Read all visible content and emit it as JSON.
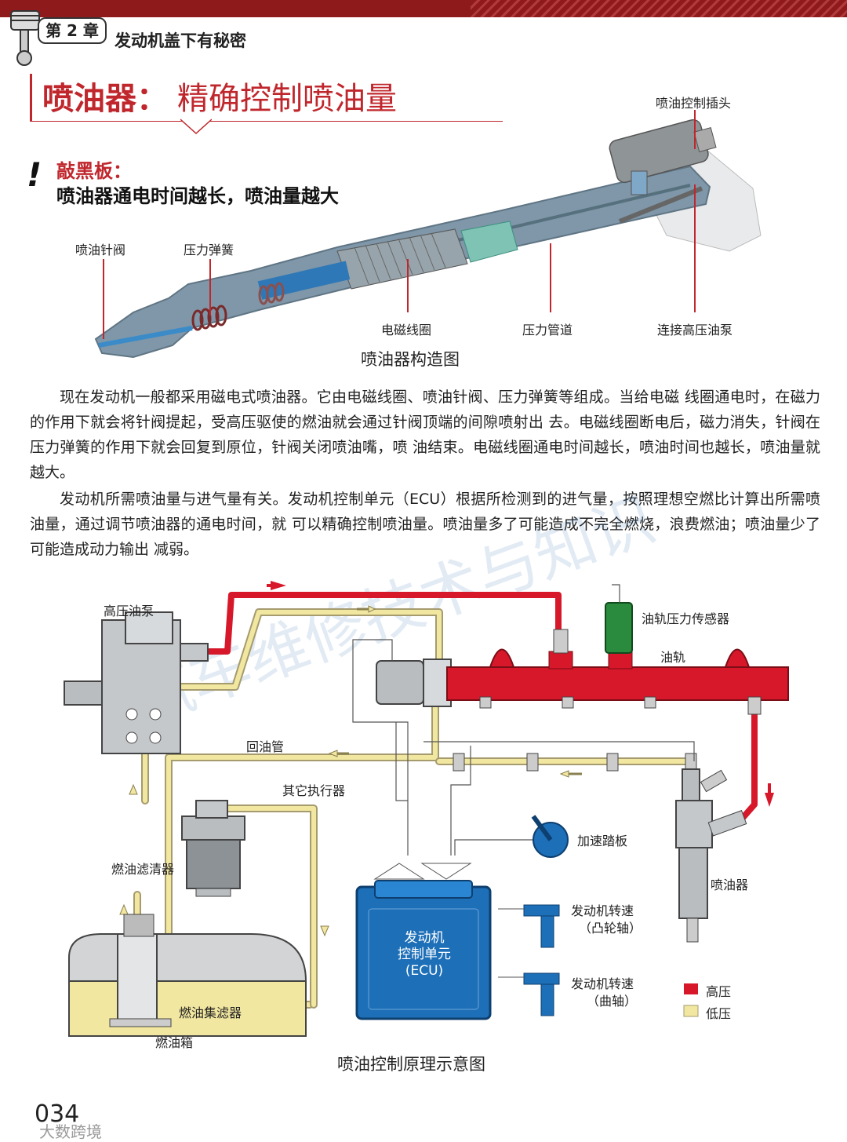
{
  "header": {
    "chapter": "第 2 章",
    "chapter_title": "发动机盖下有秘密"
  },
  "title": {
    "keyword": "喷油器：",
    "text": "精确控制喷油量"
  },
  "tip": {
    "icon": "!",
    "label": "敲黑板：",
    "text": "喷油器通电时间越长，喷油量越大"
  },
  "structure": {
    "labels": {
      "plug": "喷油控制插头",
      "needle_valve": "喷油针阀",
      "spring": "压力弹簧",
      "coil": "电磁线圈",
      "pressure_pipe": "压力管道",
      "hp_pump_connect": "连接高压油泵"
    },
    "caption": "喷油器构造图"
  },
  "paragraphs": [
    "现在发动机一般都采用磁电式喷油器。它由电磁线圈、喷油针阀、压力弹簧等组成。当给电磁 线圈通电时，在磁力的作用下就会将针阀提起，受高压驱使的燃油就会通过针阀顶端的间隙喷射出 去。电磁线圈断电后，磁力消失，针阀在压力弹簧的作用下就会回复到原位，针阀关闭喷油嘴，喷 油结束。电磁线圈通电时间越长，喷油时间也越长，喷油量就越大。",
    "发动机所需喷油量与进气量有关。发动机控制单元（ECU）根据所检测到的进气量，按照理想空燃比计算出所需喷油量，通过调节喷油器的通电时间，就 可以精确控制喷油量。喷油量多了可能造成不完全燃烧，浪费燃油；喷油量少了可能造成动力输出 减弱。"
  ],
  "schematic": {
    "labels": {
      "hp_pump": "高压油泵",
      "rail_sensor": "油轨压力传感器",
      "rail": "油轨",
      "return_pipe": "回油管",
      "other_actuators": "其它执行器",
      "filter": "燃油滤清器",
      "accel_pedal": "加速踏板",
      "cam_speed_1": "发动机转速",
      "cam_speed_2": "（凸轮轴）",
      "crank_speed_1": "发动机转速",
      "crank_speed_2": "（曲轴）",
      "injector": "喷油器",
      "strainer": "燃油集滤器",
      "tank": "燃油箱",
      "ecu_1": "发动机",
      "ecu_2": "控制单元",
      "ecu_3": "(ECU)"
    },
    "legend": [
      {
        "label": "高压",
        "color": "#d7182a"
      },
      {
        "label": "低压",
        "color": "#f2e7a0"
      }
    ],
    "caption": "喷油控制原理示意图"
  },
  "footer": {
    "page": "034",
    "watermark": "汽车维修技术与知识",
    "source_mark": "大数跨境"
  },
  "colors": {
    "accent": "#c0272d",
    "high_pressure": "#d7182a",
    "low_pressure": "#f2e7a0",
    "ecu": "#1d6fb8"
  }
}
